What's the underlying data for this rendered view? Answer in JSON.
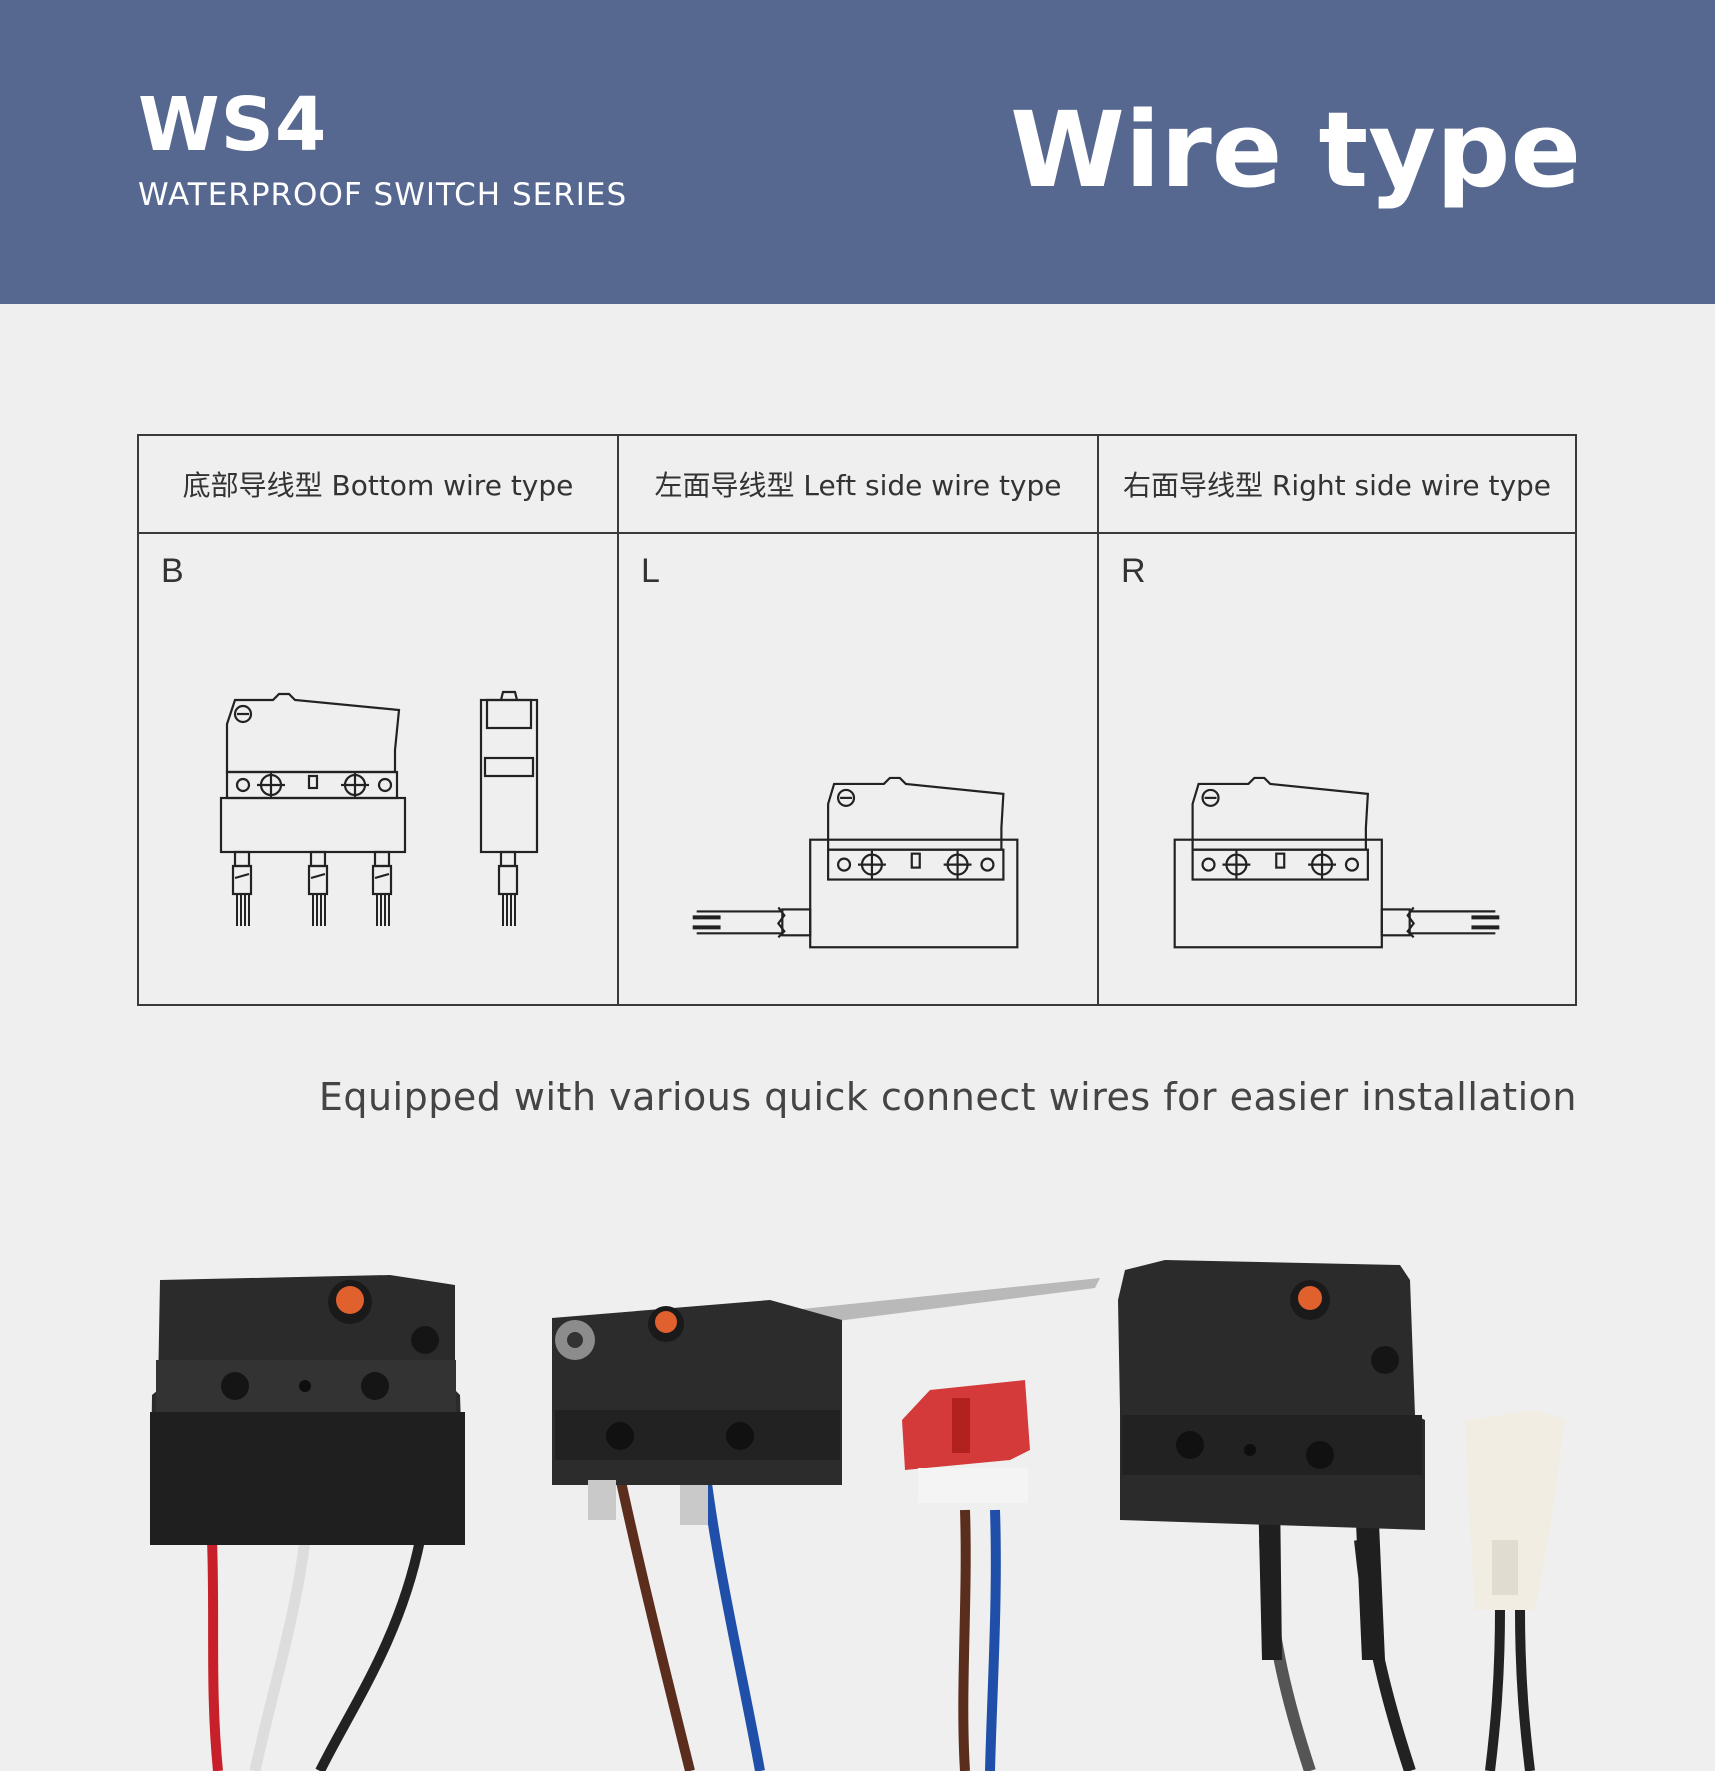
{
  "header": {
    "series_code": "WS4",
    "series_name": "WATERPROOF SWITCH SERIES",
    "title": "Wire type"
  },
  "wire_types": [
    {
      "label": "底部导线型 Bottom wire type",
      "code": "B"
    },
    {
      "label": "左面导线型 Left side wire type",
      "code": "L"
    },
    {
      "label": "右面导线型 Right side wire type",
      "code": "R"
    }
  ],
  "tagline": "Equipped with various quick connect wires for easier installation",
  "colors": {
    "header_bg": "#566890",
    "page_bg": "#efefef",
    "line": "#3a3a3a"
  }
}
